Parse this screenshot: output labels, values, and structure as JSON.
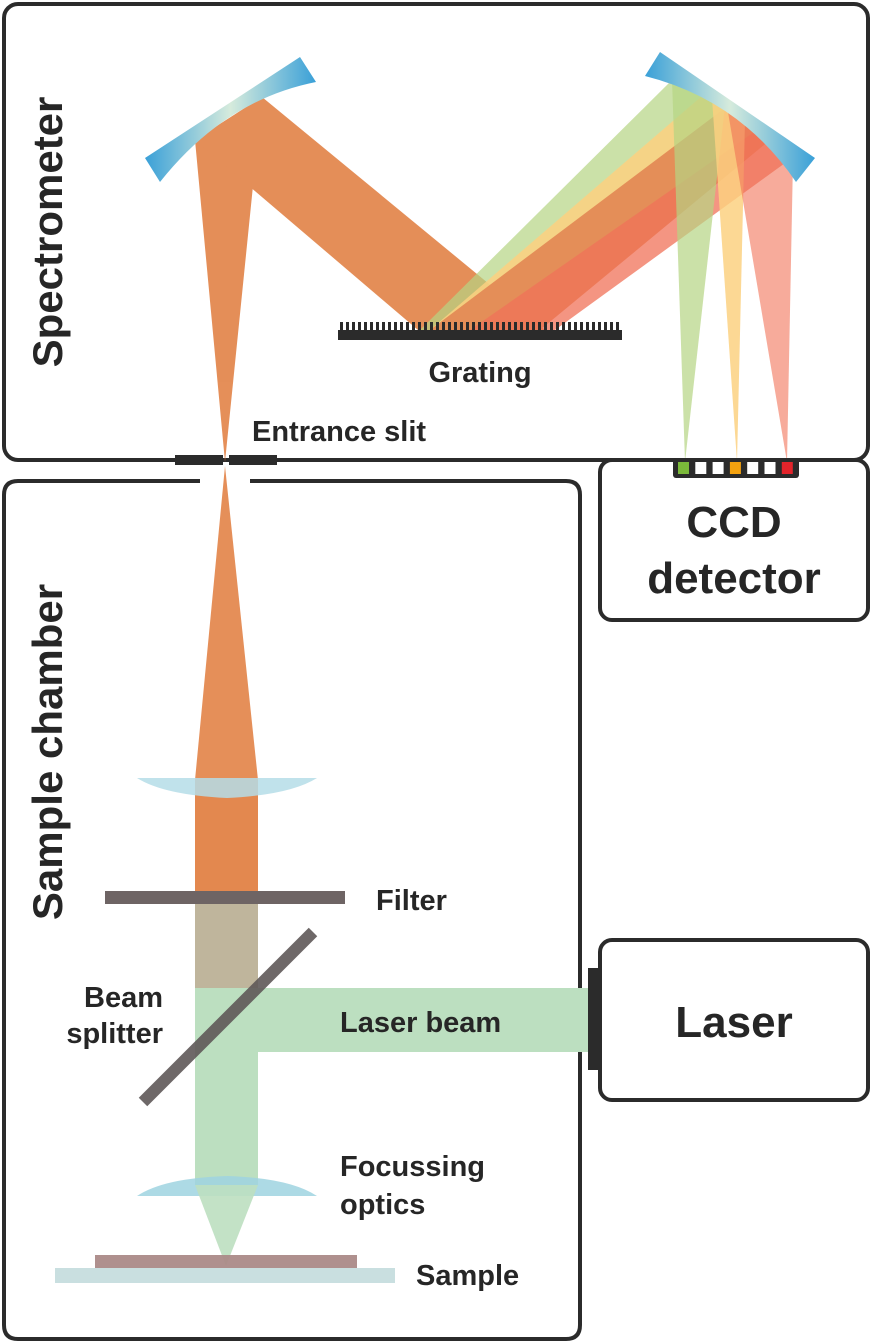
{
  "sections": {
    "spectrometer": "Spectrometer",
    "sample_chamber": "Sample chamber",
    "ccd_line1": "CCD",
    "ccd_line2": "detector",
    "laser": "Laser"
  },
  "labels": {
    "grating": "Grating",
    "entrance_slit": "Entrance slit",
    "filter": "Filter",
    "beam_splitter_line1": "Beam",
    "beam_splitter_line2": "splitter",
    "laser_beam": "Laser beam",
    "focussing_line1": "Focussing",
    "focussing_line2": "optics",
    "sample": "Sample"
  },
  "colors": {
    "outline": "#2b2b2b",
    "scattered_light": "#e07b3c",
    "laser_light": "#bcdfc0",
    "green_band": "#a9cd6e",
    "yellow_band": "#fcc96b",
    "red_band": "#ee5a3b",
    "mirror": "#3aa0d8",
    "lens": "#b5dde8",
    "filter": "#6e6464",
    "sample": "#ab8a88",
    "substrate": "#c9dfe0"
  },
  "ccd_pixels": [
    "#7bb93a",
    "#ffffff",
    "#ffffff",
    "#f4a20f",
    "#ffffff",
    "#ffffff",
    "#e3242b"
  ]
}
